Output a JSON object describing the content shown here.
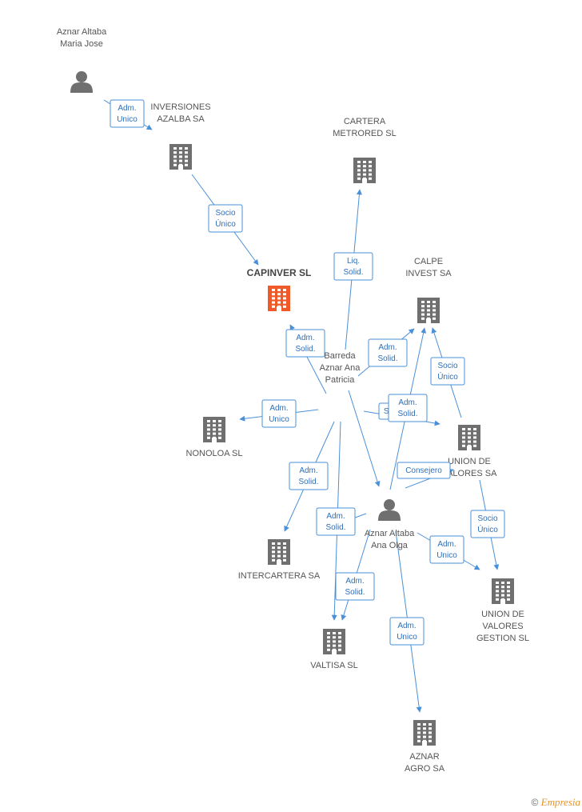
{
  "colors": {
    "edge": "#4a90d9",
    "company": "#6f6f6f",
    "highlight": "#f05a28",
    "person": "#6f6f6f"
  },
  "nodes": [
    {
      "id": "aznar_maria",
      "type": "person",
      "label": [
        "Aznar Altaba",
        "Maria Jose"
      ]
    },
    {
      "id": "inversiones",
      "type": "company",
      "label": [
        "INVERSIONES",
        "AZALBA SA"
      ]
    },
    {
      "id": "cartera",
      "type": "company",
      "label": [
        "CARTERA",
        "METRORED SL"
      ]
    },
    {
      "id": "capinver",
      "type": "company",
      "highlight": true,
      "label": [
        "CAPINVER  SL"
      ]
    },
    {
      "id": "calpe",
      "type": "company",
      "label": [
        "CALPE",
        "INVEST SA"
      ]
    },
    {
      "id": "barreda",
      "type": "person_text",
      "label": [
        "Barreda",
        "Aznar Ana",
        "Patricia"
      ]
    },
    {
      "id": "nonoloa",
      "type": "company",
      "label": [
        "NONOLOA SL"
      ]
    },
    {
      "id": "union_valores_sa",
      "type": "company",
      "label": [
        "UNION DE",
        "VALORES SA"
      ]
    },
    {
      "id": "aznar_olga",
      "type": "person",
      "label": [
        "Aznar Altaba",
        "Ana Olga"
      ]
    },
    {
      "id": "intercartera",
      "type": "company",
      "label": [
        "INTERCARTERA SA"
      ]
    },
    {
      "id": "union_gestion",
      "type": "company",
      "label": [
        "UNION DE",
        "VALORES",
        "GESTION SL"
      ]
    },
    {
      "id": "valtisa",
      "type": "company",
      "label": [
        "VALTISA  SL"
      ]
    },
    {
      "id": "aznar_agro",
      "type": "company",
      "label": [
        "AZNAR",
        "AGRO SA"
      ]
    }
  ],
  "edges": [
    {
      "from": "aznar_maria",
      "to": "inversiones",
      "label": [
        "Adm.",
        "Unico"
      ]
    },
    {
      "from": "inversiones",
      "to": "capinver",
      "label": [
        "Socio",
        "Único"
      ]
    },
    {
      "from": "barreda",
      "to": "cartera",
      "label": [
        "Liq.",
        "Solid."
      ]
    },
    {
      "from": "barreda",
      "to": "capinver",
      "label": [
        "Adm.",
        "Solid."
      ]
    },
    {
      "from": "barreda",
      "to": "calpe",
      "label": [
        "Adm.",
        "Solid."
      ]
    },
    {
      "from": "union_valores_sa",
      "to": "calpe",
      "label": [
        "Socio",
        "Único"
      ]
    },
    {
      "from": "barreda",
      "to": "nonoloa",
      "label": [
        "Adm.",
        "Unico"
      ]
    },
    {
      "from": "barreda",
      "to": "union_valores_sa",
      "label": [
        "Se"
      ]
    },
    {
      "from": "aznar_olga",
      "to": "calpe",
      "label": [
        "Adm.",
        "Solid."
      ]
    },
    {
      "from": "aznar_olga",
      "to": "union_valores_sa",
      "label": [
        "Consejero"
      ]
    },
    {
      "from": "barreda",
      "to": "intercartera",
      "label": [
        "Adm.",
        "Solid."
      ]
    },
    {
      "from": "barreda",
      "to": "valtisa",
      "label": [
        "Adm.",
        "Solid."
      ]
    },
    {
      "from": "aznar_olga",
      "to": "intercartera",
      "label": []
    },
    {
      "from": "aznar_olga",
      "to": "valtisa",
      "label": [
        "Adm.",
        "Solid."
      ]
    },
    {
      "from": "aznar_olga",
      "to": "union_gestion",
      "label": [
        "Adm.",
        "Unico"
      ]
    },
    {
      "from": "union_valores_sa",
      "to": "union_gestion",
      "label": [
        "Socio",
        "Único"
      ]
    },
    {
      "from": "aznar_olga",
      "to": "aznar_agro",
      "label": [
        "Adm.",
        "Unico"
      ]
    },
    {
      "from": "barreda",
      "to": "aznar_olga",
      "label": []
    }
  ],
  "footer": {
    "copyright": "©",
    "brand": "Empresia"
  }
}
